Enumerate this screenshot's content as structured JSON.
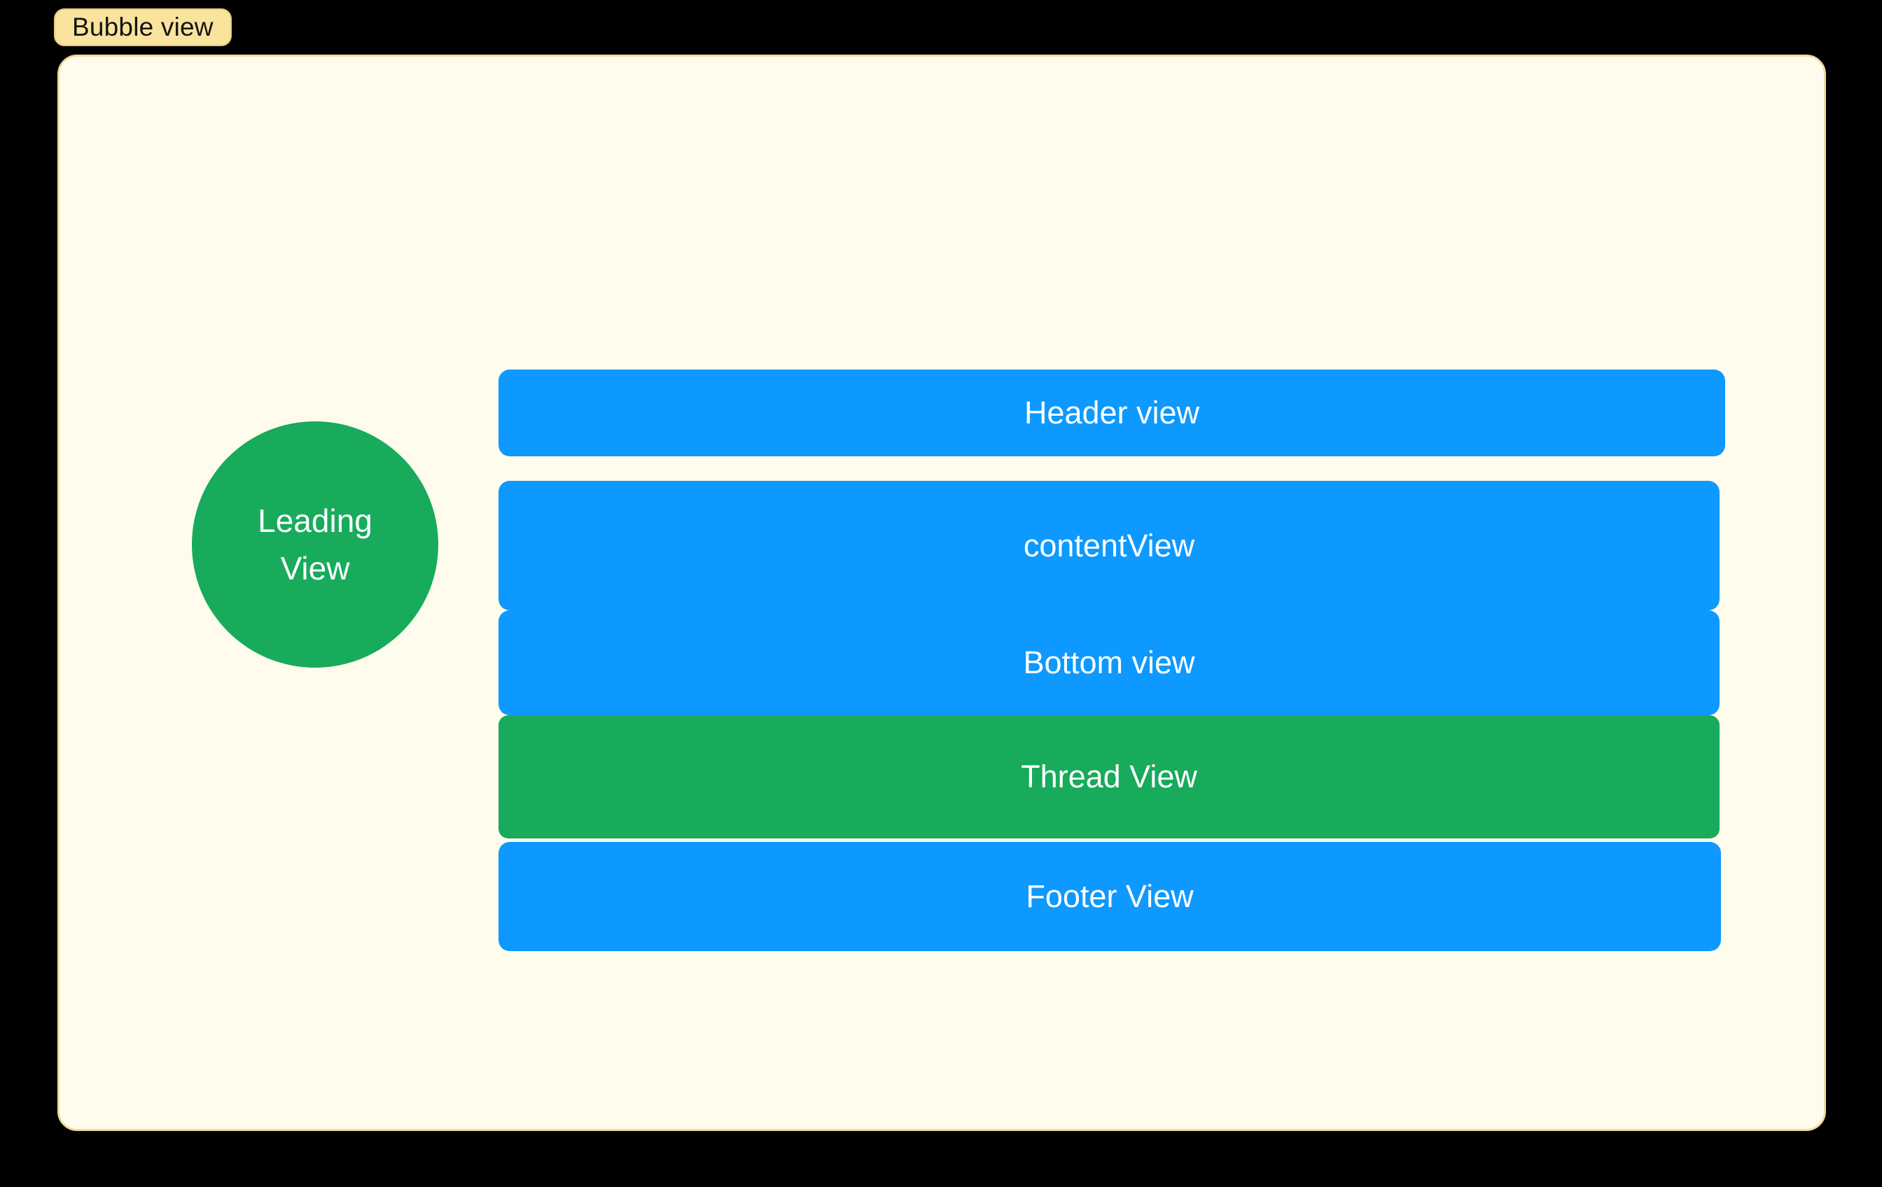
{
  "colors": {
    "canvas_bg": "#000000",
    "panel_bg": "#FFFCEE",
    "panel_border": "#F0DA9B",
    "label_bg": "#F9E39D",
    "label_border": "#E6CB80",
    "label_text": "#141414",
    "blue": "#0D99FF",
    "green": "#17AB5B",
    "bar_text": "#FFFFFF"
  },
  "section": {
    "label": "Bubble view"
  },
  "views": {
    "leading": {
      "lines": [
        "Leading",
        "View"
      ]
    },
    "header": {
      "label": "Header view"
    },
    "content": {
      "label": "contentView"
    },
    "bottom": {
      "label": "Bottom view"
    },
    "thread": {
      "label": "Thread View"
    },
    "footer": {
      "label": "Footer View"
    }
  }
}
